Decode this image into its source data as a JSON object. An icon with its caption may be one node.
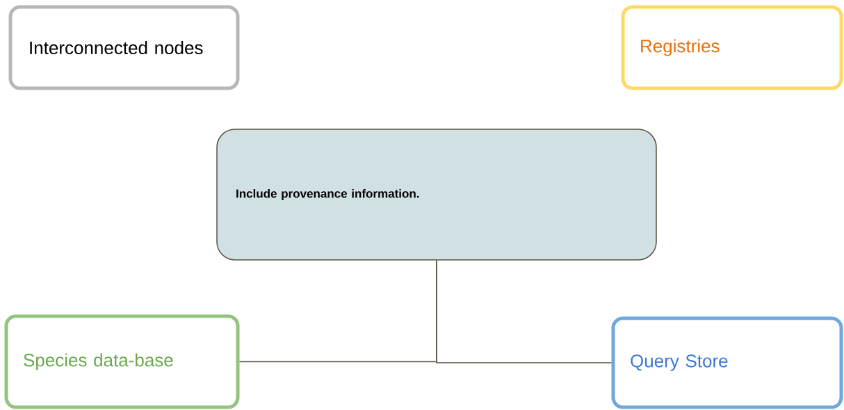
{
  "diagram": {
    "nodes": [
      {
        "text": [
          "Interconnected nodes"
        ]
      },
      {
        "text": [
          "Registries"
        ]
      },
      {
        "text": [
          "Include provenance information."
        ]
      },
      {
        "text": [
          "Species data-base"
        ]
      },
      {
        "text": [
          "Query Store"
        ]
      }
    ],
    "edges": [
      {
        "from": 2,
        "to": 3,
        "arrow": "none"
      },
      {
        "from": 2,
        "to": 4,
        "arrow": "none"
      }
    ]
  }
}
